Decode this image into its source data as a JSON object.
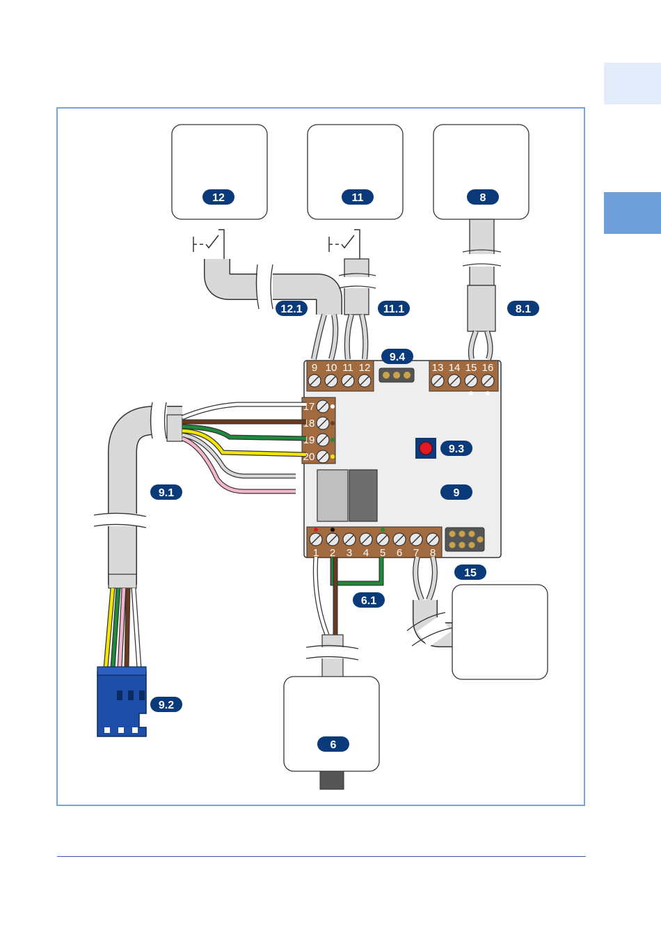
{
  "side_tabs": {
    "light_color": "#e3ecfa",
    "dark_color": "#6f9fd8"
  },
  "frame_color": "#7aa3db",
  "pill_color": "#0b3a7a",
  "component_labels": {
    "l12": "12",
    "l11": "11",
    "l8": "8",
    "l12_1": "12.1",
    "l11_1": "11.1",
    "l8_1": "8.1",
    "l9_4": "9.4",
    "l9_3": "9.3",
    "l9": "9",
    "l9_1": "9.1",
    "l9_2": "9.2",
    "l15": "15",
    "l6_1": "6.1",
    "l6": "6"
  },
  "terminals": {
    "top_left": [
      "9",
      "10",
      "11",
      "12"
    ],
    "top_right": [
      "13",
      "14",
      "15",
      "16"
    ],
    "left_side": [
      "17",
      "18",
      "19",
      "20"
    ],
    "bottom": [
      "1",
      "2",
      "3",
      "4",
      "5",
      "6",
      "7",
      "8"
    ]
  },
  "wire_colors": {
    "white": "#ffffff",
    "brown": "#6b3a1e",
    "green": "#1e8a3a",
    "yellow": "#f2e600",
    "grey": "#d9d9d9",
    "pink": "#f4b6cc"
  },
  "icons": [
    "push-button-switch-icon",
    "reset-button-icon",
    "connector-plug-icon"
  ]
}
